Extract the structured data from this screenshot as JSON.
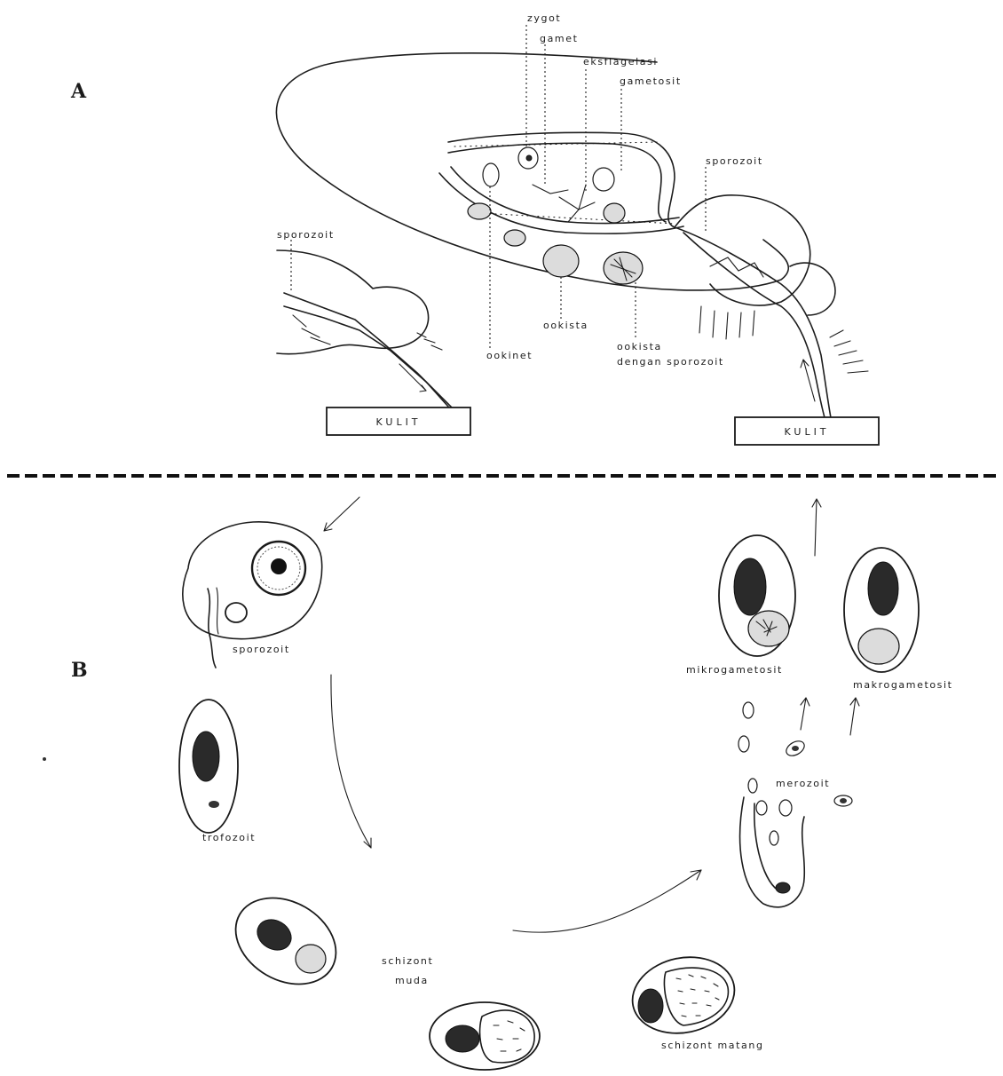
{
  "panels": {
    "a": "A",
    "b": "B"
  },
  "labels": {
    "zygot": "zygot",
    "gamet": "gamet",
    "eksflagelasi": "eksflagelasi",
    "gametosit": "gametosit",
    "sporozoit_right": "sporozoit",
    "sporozoit_left": "sporozoit",
    "ookista": "ookista",
    "ookinet": "ookinet",
    "ookista_sporozoit_1": "ookista",
    "ookista_sporozoit_2": "dengan sporozoit",
    "kulit_left": "KULIT",
    "kulit_right": "KULIT",
    "sporozoit_cell": "sporozoit",
    "trofozoit": "trofozoit",
    "schizont_muda_1": "schizont",
    "schizont_muda_2": "muda",
    "schizont_matang": "schizont matang",
    "merozoit": "merozoit",
    "mikrogametosit": "mikrogametosit",
    "makrogametosit": "makrogametosit"
  },
  "colors": {
    "ink": "#1d1d1d",
    "background": "#ffffff"
  }
}
